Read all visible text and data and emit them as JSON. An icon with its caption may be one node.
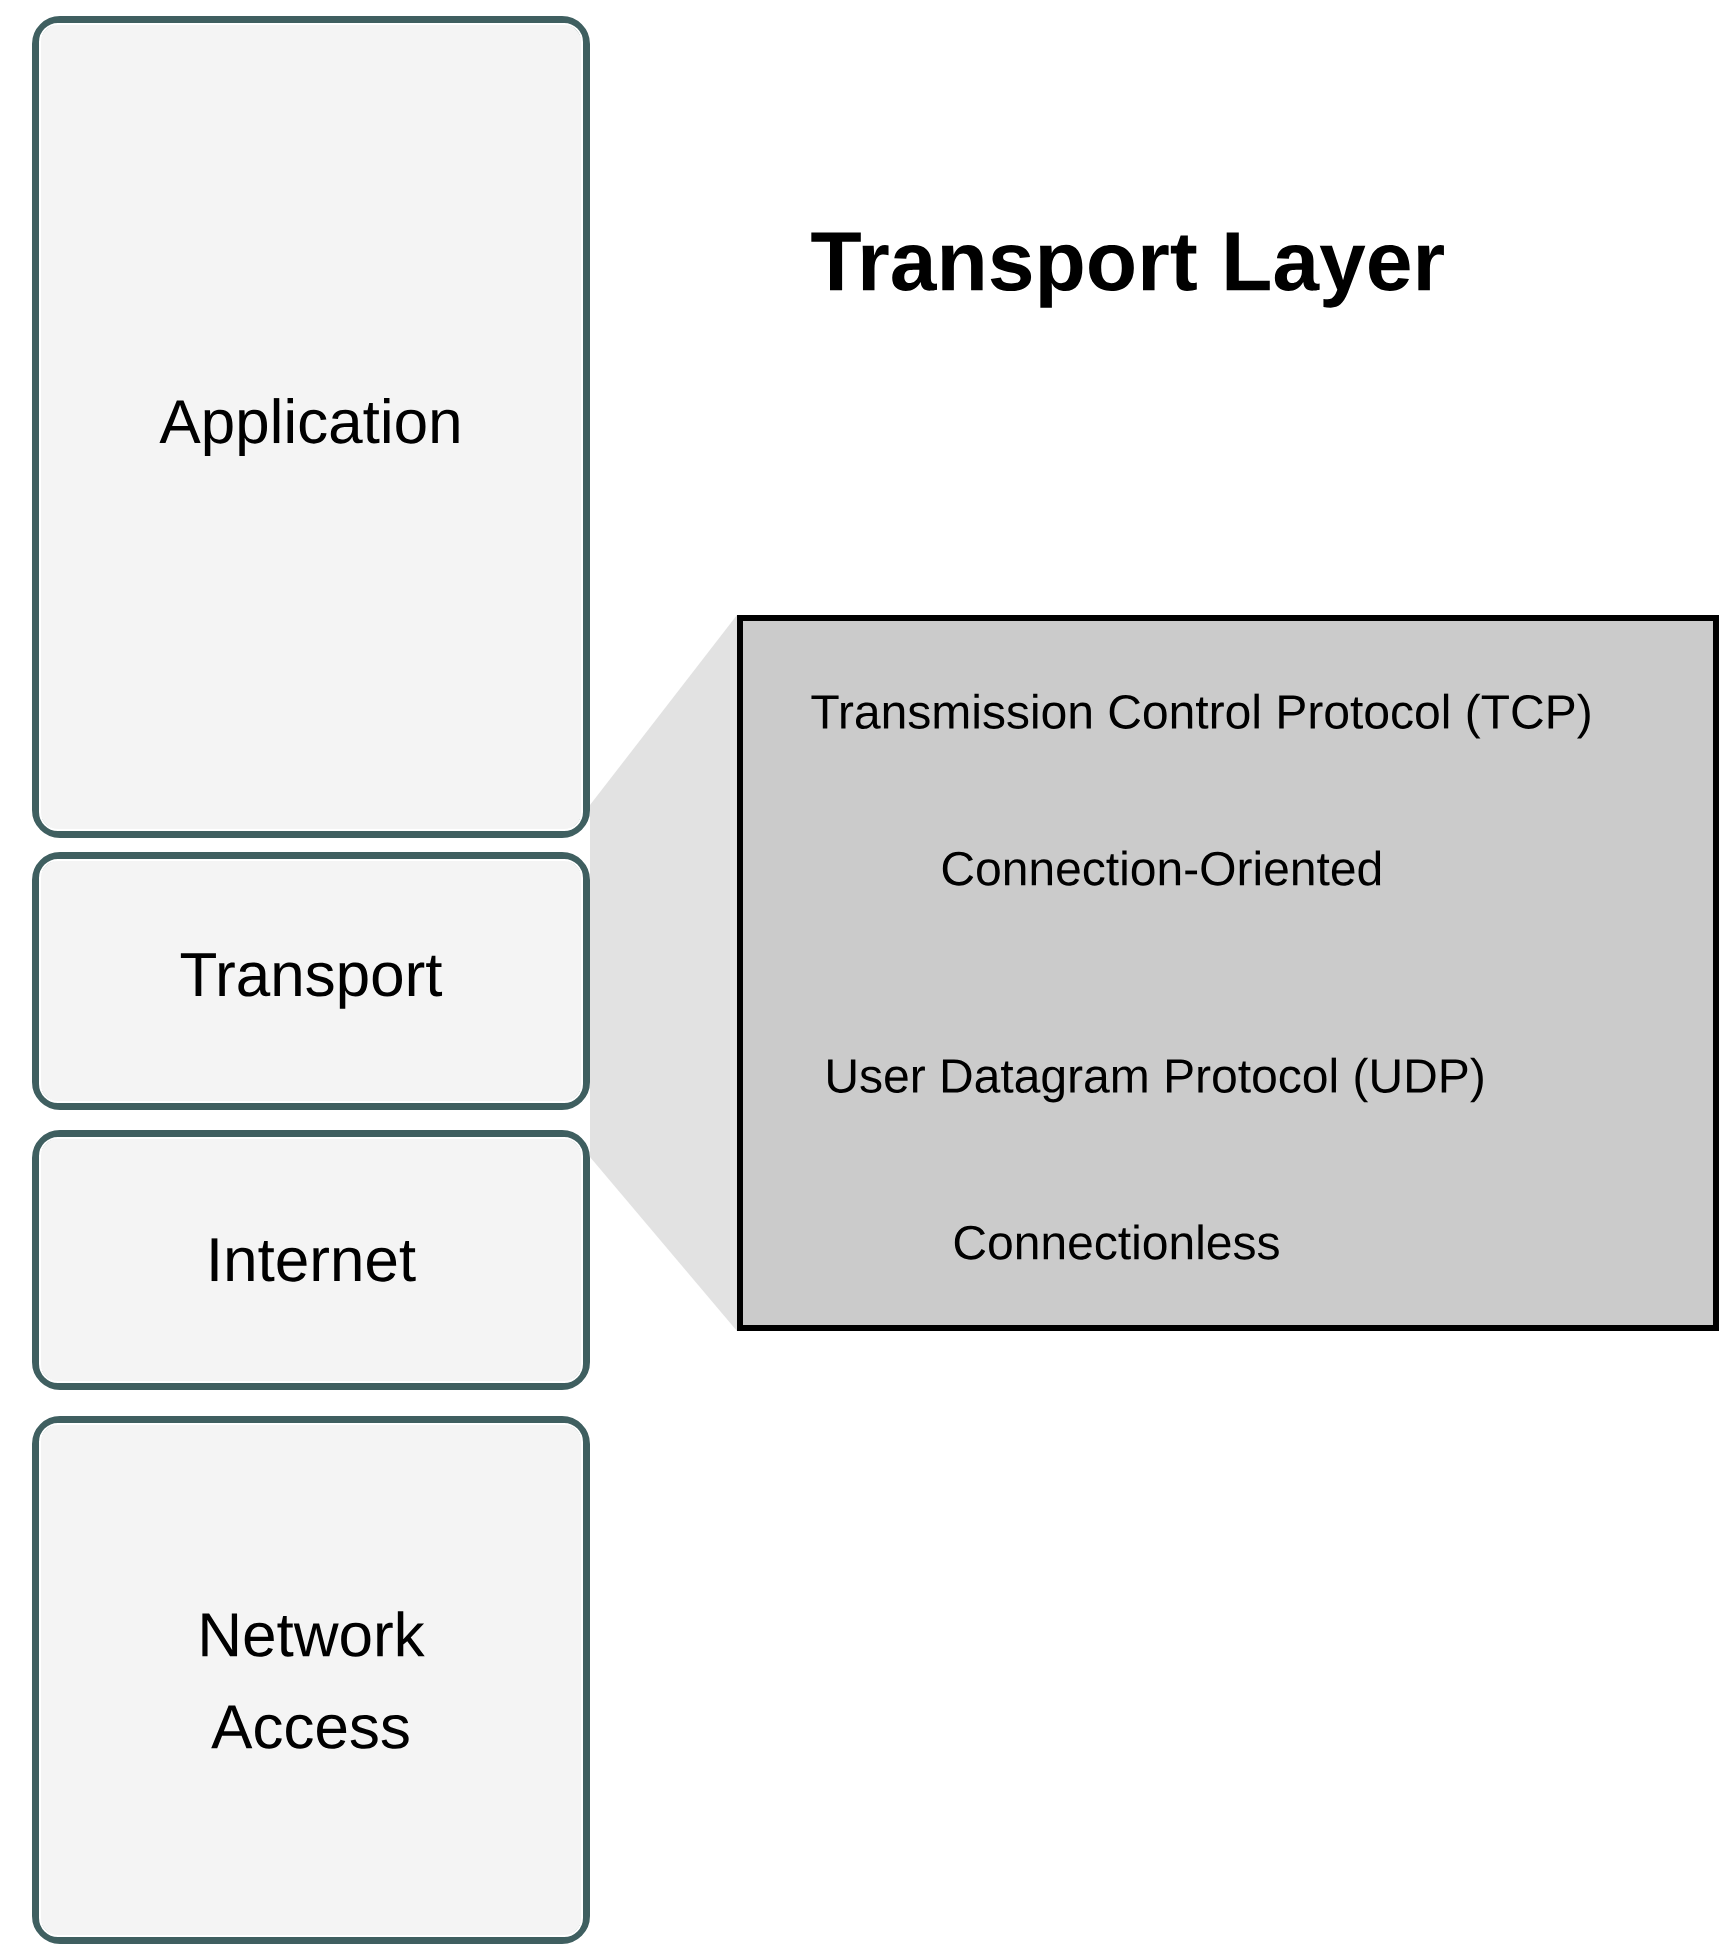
{
  "diagram": {
    "title": "Transport Layer",
    "nodes": [
      {
        "text": [
          "Application"
        ]
      },
      {
        "text": [
          "Transport"
        ]
      },
      {
        "text": [
          "Internet"
        ]
      },
      {
        "text": [
          "Network Access"
        ]
      },
      {
        "text": [
          "Transmission Control Protocol (TCP)",
          "Connection-Oriented",
          "User Datagram Protocol (UDP)",
          "Connectionless"
        ]
      }
    ],
    "edges": [
      {
        "from": 1,
        "to": 4,
        "arrow": "none"
      }
    ]
  }
}
